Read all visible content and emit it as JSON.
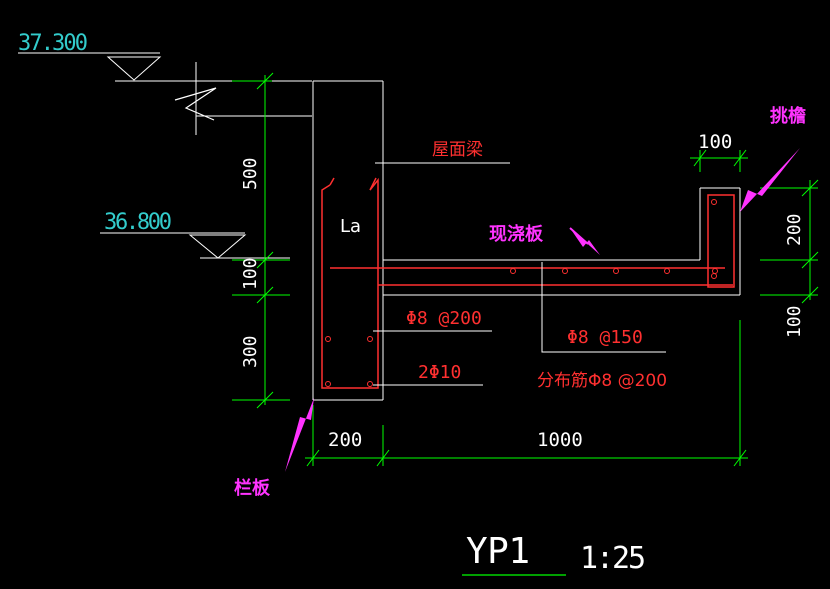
{
  "colors": {
    "background": "#000000",
    "white": "#ffffff",
    "green": "#00ff00",
    "cyan": "#33cccc",
    "red": "#ff3030",
    "magenta": "#ff33ff"
  },
  "elevations": {
    "top": "37.300",
    "bottom": "36.800"
  },
  "dims_vertical_left": {
    "d1": "500",
    "d2": "100",
    "d3": "300"
  },
  "dims_vertical_right": {
    "d1": "200",
    "d2": "100"
  },
  "dims_horizontal": {
    "top": "100",
    "bottom_left": "200",
    "bottom_right": "1000"
  },
  "labels": {
    "la": "La",
    "roof_beam": "屋面梁",
    "cast_slab": "现浇板",
    "parapet": "栏板",
    "eave": "挑檐",
    "rebar_200": "Φ8 @200",
    "rebar_2phi10": "2Φ10",
    "rebar_150": "Φ8 @150",
    "rebar_dist": "分布筋Φ8 @200"
  },
  "title": {
    "name": "YP1",
    "scale": "1:25"
  }
}
